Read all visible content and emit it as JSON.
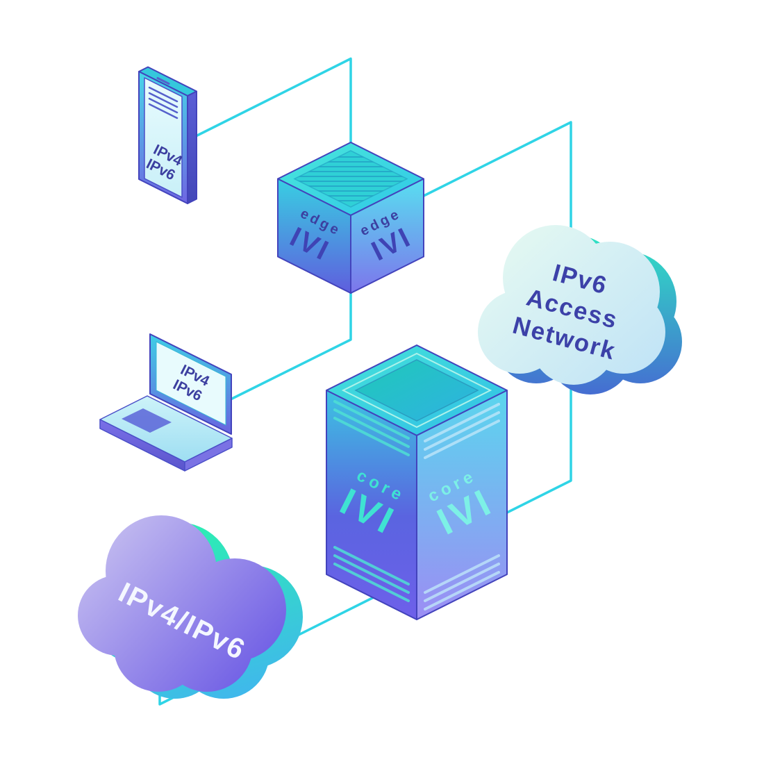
{
  "colors": {
    "connector": "#2fd4e6",
    "outline": "#4343bc",
    "indigo_text": "#3c3fa0",
    "cube_logo": "#3f43b4",
    "teal_text": "#3fe2d2",
    "teal_text_light": "#7df0e6",
    "white_text": "#f4f7ff",
    "cloud_indigo_text": "#3c41a8"
  },
  "phone": {
    "line1": "IPv4",
    "line2": "IPv6"
  },
  "laptop": {
    "line1": "IPv4",
    "line2": "IPv6"
  },
  "edge_cube": {
    "left": {
      "label": "edge",
      "logo": "IVI"
    },
    "right": {
      "label": "edge",
      "logo": "IVI"
    }
  },
  "core_server": {
    "left": {
      "label": "core",
      "logo": "IVI"
    },
    "right": {
      "label": "core",
      "logo": "IVI"
    }
  },
  "access_cloud": {
    "line1": "IPv6",
    "line2": "Access",
    "line3": "Network"
  },
  "dual_stack_cloud": {
    "label": "IPv4/IPv6"
  }
}
